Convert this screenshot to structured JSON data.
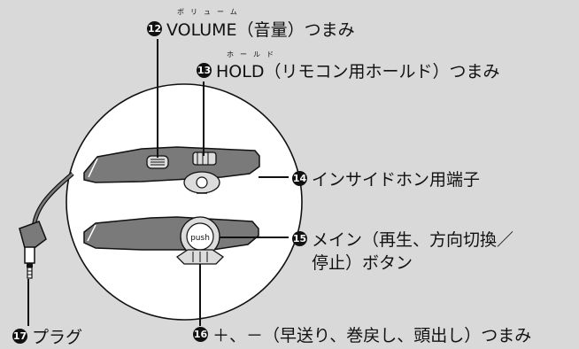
{
  "colors": {
    "background": "#d9d9d9",
    "circle_fill": "#ffffff",
    "device_fill": "#7a7a7a",
    "ink": "#111111"
  },
  "callouts": [
    {
      "number": "12",
      "ruby": "ボリューム",
      "text": "VOLUME（音量）つまみ"
    },
    {
      "number": "13",
      "ruby": "ホールド",
      "text": "HOLD（リモコン用ホールド）つまみ"
    },
    {
      "number": "14",
      "text": "インサイドホン用端子"
    },
    {
      "number": "15",
      "text": "メイン（再生、方向切換／",
      "text_line2": "停止）ボタン"
    },
    {
      "number": "16",
      "text": "＋、－（早送り、巻戻し、頭出し）つまみ"
    },
    {
      "number": "17",
      "text": "プラグ"
    }
  ],
  "device": {
    "button_label": "push"
  }
}
